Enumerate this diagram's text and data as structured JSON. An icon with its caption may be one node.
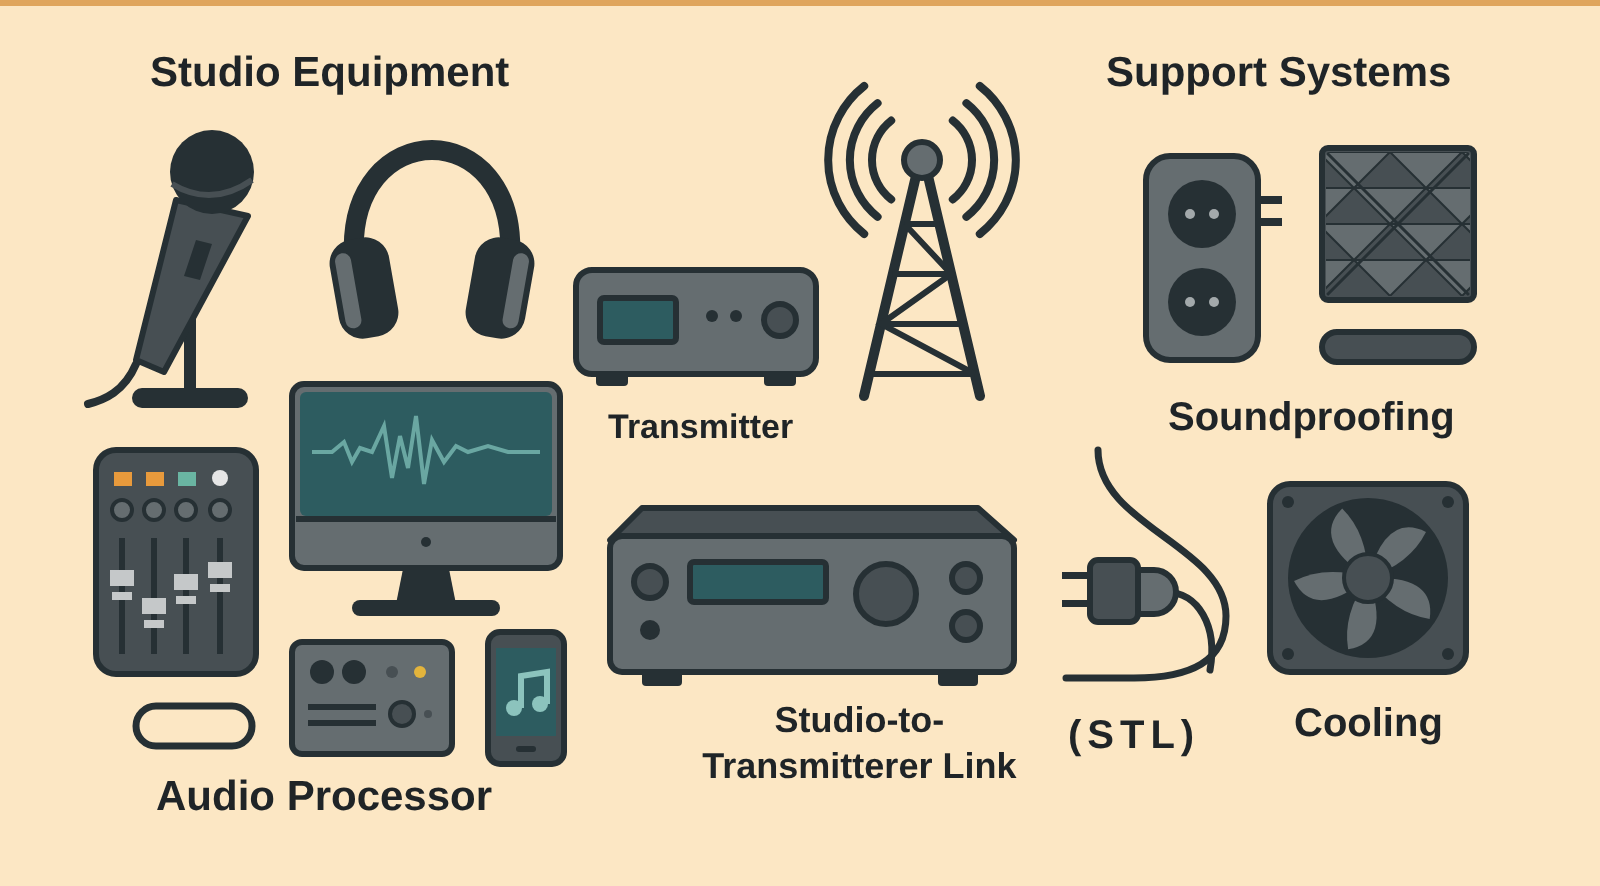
{
  "diagram": {
    "labels": [
      "Studio Equipment",
      "Support Systems",
      "Transmitter",
      "Soundproofing",
      "Studio-to- Transmitterer Link",
      "(STL)",
      "Cooling",
      "Audio Processor"
    ]
  }
}
